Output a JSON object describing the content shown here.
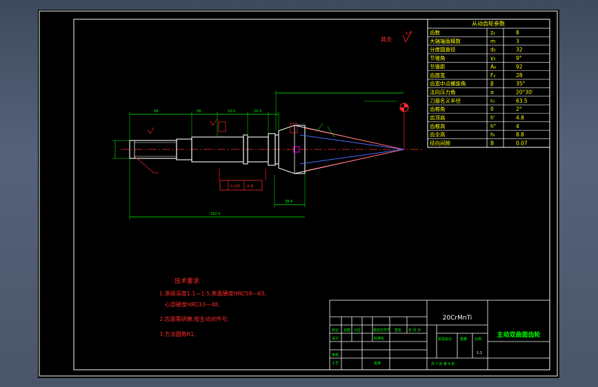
{
  "params_table": {
    "title": "从动齿轮参数",
    "rows": [
      {
        "name": "齿数",
        "symbol": "z₂",
        "value": "8"
      },
      {
        "name": "大端端面模数",
        "symbol": "m",
        "value": "3"
      },
      {
        "name": "分度圆直径",
        "symbol": "d₂",
        "value": "32"
      },
      {
        "name": "节锥角",
        "symbol": "γ₂",
        "value": "9°"
      },
      {
        "name": "节锥距",
        "symbol": "A₀",
        "value": "92"
      },
      {
        "name": "齿面宽",
        "symbol": "F₂",
        "value": "28"
      },
      {
        "name": "齿宽中点螺旋角",
        "symbol": "β",
        "value": "35°"
      },
      {
        "name": "法向压力角",
        "symbol": "α",
        "value": "20°30'"
      },
      {
        "name": "刀盘名义半径",
        "symbol": "r₀",
        "value": "63.5"
      },
      {
        "name": "齿根角",
        "symbol": "δ",
        "value": "2°"
      },
      {
        "name": "齿顶高",
        "symbol": "h'",
        "value": "4.8"
      },
      {
        "name": "齿根高",
        "symbol": "h\"",
        "value": "4"
      },
      {
        "name": "齿全高",
        "symbol": "hₜ",
        "value": "8.8"
      },
      {
        "name": "径向间隙",
        "symbol": "B",
        "value": "0.07"
      }
    ]
  },
  "surface_note": "其余",
  "surface_symbol_value": "6.3",
  "dimensions": {
    "d1": "58",
    "d2": "58",
    "d3": "10.5",
    "d4": "10.5",
    "total_length": "162.5",
    "cone_length": "38.4",
    "tol_a": "0.025",
    "tol_b": "A–B"
  },
  "tech_requirements": {
    "title": "技术要求",
    "items": [
      "1.渗碳深度1.1—1.5,表面硬度HRC58—65,",
      "心部硬度HRC33—48,",
      "2.齿面需研磨,按主动对件号;",
      "3.方法圆角R1,"
    ]
  },
  "title_block": {
    "material": "20CrMnTi",
    "drawing_title": "主动双曲面齿轮",
    "labels": {
      "mark": "标记",
      "count": "处数",
      "zone": "分区",
      "change_doc": "更改文件号",
      "signature": "签名",
      "date": "年 月 日",
      "design": "设计",
      "standardize": "标准化",
      "check": "审核",
      "process": "工艺",
      "approve": "批准",
      "stage_mark": "阶段标记",
      "weight": "重量",
      "scale": "比例"
    },
    "scale_value": "1:1",
    "sheets": "共 7 张 第 4 张"
  },
  "colors": {
    "background": "#000000",
    "frame": "#ffffff",
    "part": "#ffffff",
    "dimension": "#00ff00",
    "annotation": "#ff2a2a",
    "centerline": "#ff3030",
    "pitch": "#4a6bff",
    "table_text": "#ffff00",
    "title_green": "#00ff00",
    "accent_magenta": "#ff00ff"
  }
}
